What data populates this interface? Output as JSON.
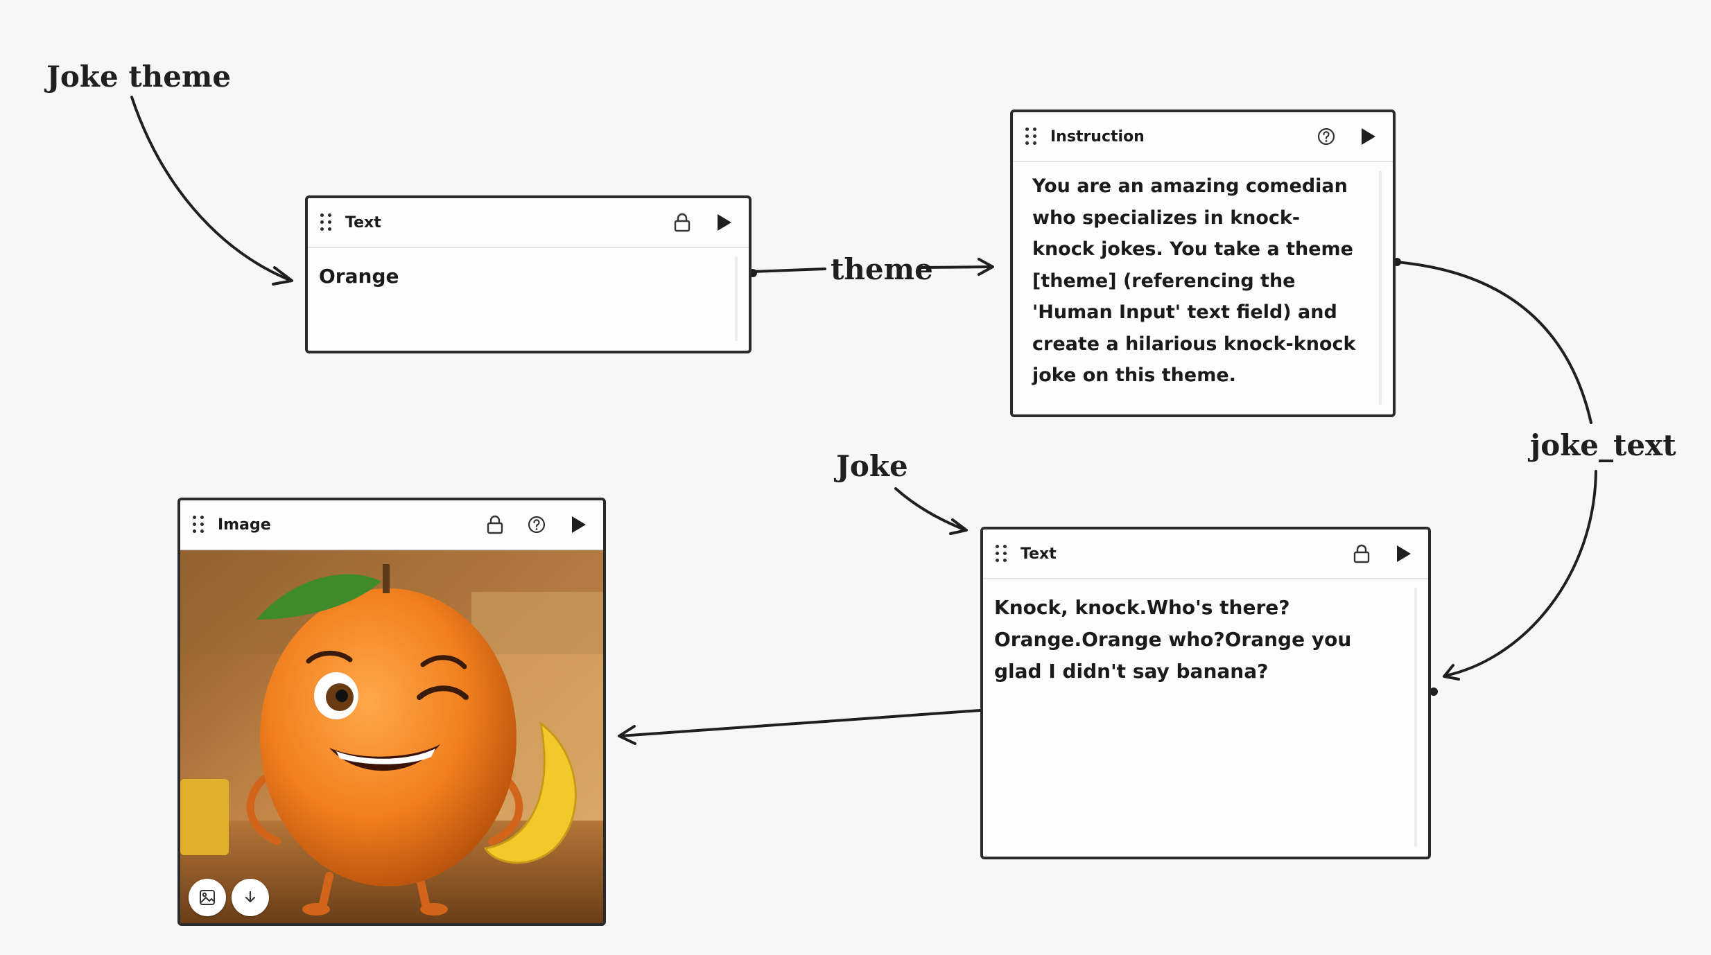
{
  "labels": {
    "joke_theme": "Joke theme",
    "theme": "theme",
    "joke_text": "joke_text",
    "joke": "Joke"
  },
  "text_node": {
    "title": "Text",
    "value": "Orange"
  },
  "instruction_node": {
    "title": "Instruction",
    "value": "You are an amazing comedian who specializes in knock-knock jokes. You take a theme [theme] (referencing the 'Human Input' text field) and create a hilarious knock-knock joke on this theme."
  },
  "joke_node": {
    "title": "Text",
    "value": "Knock, knock.Who's there? Orange.Orange who?Orange you glad I didn't say banana?"
  },
  "image_node": {
    "title": "Image",
    "image_description": "3D cartoon orange character winking and smiling, with a banana in a kitchen background"
  },
  "icons": [
    "drag-handle-icon",
    "lock-icon",
    "help-icon",
    "run-icon",
    "image-icon",
    "download-icon"
  ],
  "colors": {
    "background": "#f7f7f7",
    "border": "#2b2b2b",
    "orange": "#e8761c"
  }
}
